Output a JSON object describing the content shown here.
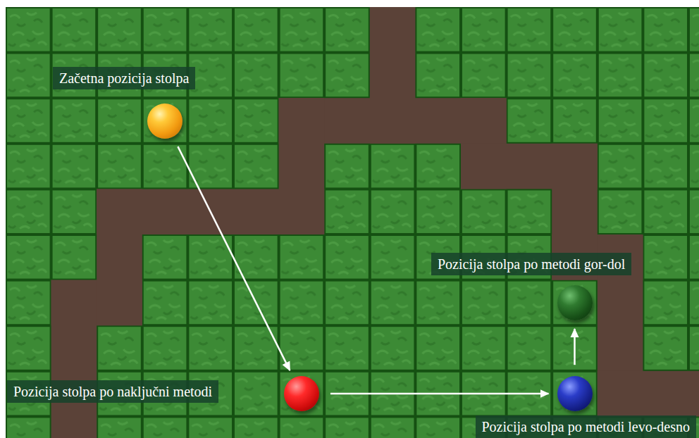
{
  "diagram": {
    "nodes": [
      {
        "text": [
          "Začetna pozicija stolpa"
        ]
      },
      {
        "text": [
          "Pozicija stolpa po metodi gor-dol"
        ]
      },
      {
        "text": [
          "Pozicija stolpa po naključni metodi"
        ]
      },
      {
        "text": [
          "Pozicija stolpa po metodi levo-desno"
        ]
      }
    ],
    "edges": [
      {
        "from": 0,
        "to": 2,
        "arrow": "to"
      },
      {
        "from": 2,
        "to": 3,
        "arrow": "to"
      },
      {
        "from": 3,
        "to": 1,
        "arrow": "to"
      }
    ]
  }
}
